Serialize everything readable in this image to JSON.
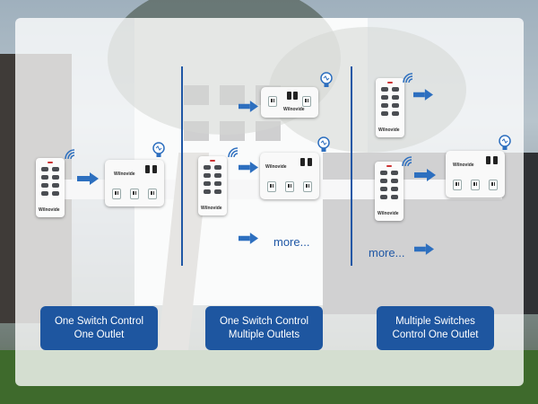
{
  "sections": [
    {
      "label_line1": "One Switch Control",
      "label_line2": "One Outlet"
    },
    {
      "label_line1": "One Switch Control",
      "label_line2": "Multiple Outlets"
    },
    {
      "label_line1": "Multiple Switches",
      "label_line2": "Control One Outlet"
    }
  ],
  "more_text": "more...",
  "brand": "Wilnovide",
  "colors": {
    "accent": "#1e56a0",
    "arrow": "#2d6fbf"
  },
  "icons": [
    "remote-control-icon",
    "wireless-signal-icon",
    "arrow-right-icon",
    "outlet-device-icon",
    "pairing-bulb-icon"
  ]
}
